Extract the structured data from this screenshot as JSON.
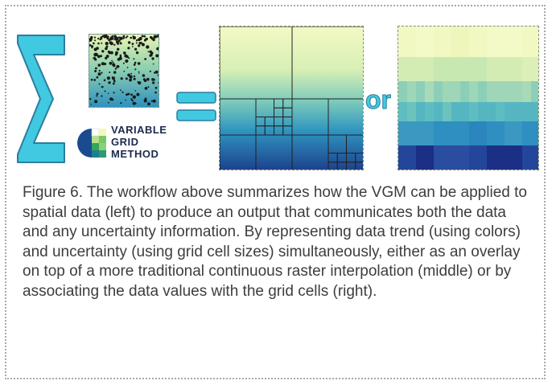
{
  "logo": {
    "line1": "VARIABLE",
    "line2": "GRID",
    "line3": "METHOD"
  },
  "operator_word": "or",
  "caption": "Figure 6. The workflow above summarizes how the VGM can be applied to spatial data (left) to produce an output that communicates both the data and any uncertainty information. By representing data trend (using colors) and uncertainty (using grid cell sizes) simultaneously, either as an overlay on top of a more traditional continuous raster interpolation (middle) or by associating the data values with the grid cells (right).",
  "colors": {
    "accent_cyan": "#41c9e1",
    "accent_outline": "#2a7ea0",
    "ramp_light": "#f2f8c2",
    "ramp_mid": "#5cbfb0",
    "ramp_dark": "#1b2f84",
    "logo_text": "#1c2a4e",
    "caption_text": "#3d3d3d"
  },
  "icons": {
    "sum": "sigma-icon",
    "equals": "equals-icon",
    "logo": "vgm-logo-icon"
  }
}
